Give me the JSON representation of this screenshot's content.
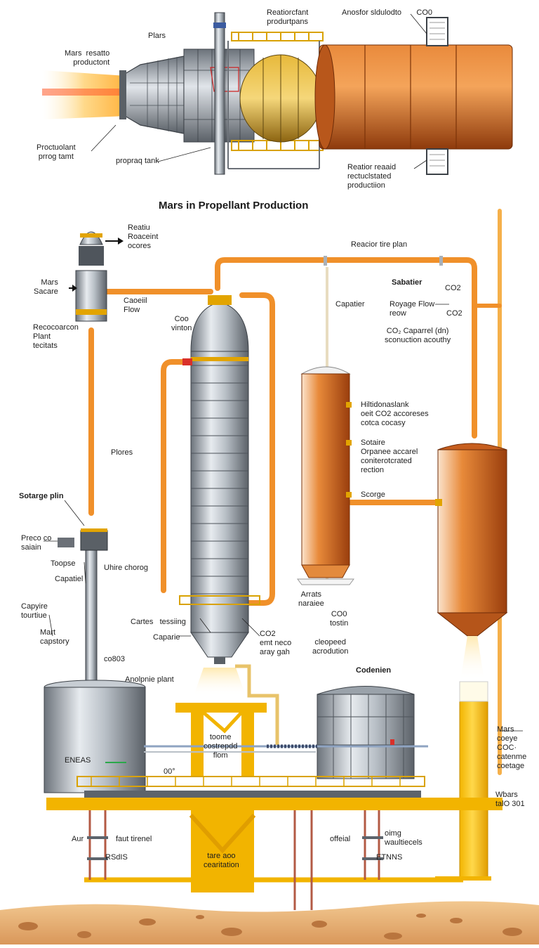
{
  "diagram": {
    "title": "Mars in Propellant Production",
    "colors": {
      "orange_pipe": "#f0902a",
      "rust_tank": "#c45a1a",
      "steel": "#a9b0b8",
      "steel_dark": "#5d646c",
      "yellow_frame": "#f2b400",
      "ground": "#e8b47a"
    },
    "top_section": {
      "labels": {
        "plans": "Plars",
        "reactor_top": "Reatiorcfant\nprodurtpans",
        "co2_top": "Anosfor sldulodto       CO0",
        "mars_resatto": "Mars  resatto\nproductont",
        "production_plant": "Proctuolant\nprrog tamt",
        "propag_tank": "propraq tank",
        "reactor_reald": "Reatior reaaid\nrectuclstated\nproductiion"
      }
    },
    "bottom_section": {
      "labels": {
        "reatiu": "Reatiu\nRoaceint\nocores",
        "mars_sabare": "Mars\nSacare",
        "reactor_line": "Reacior tire plan",
        "recocoarcon": "Recocoarcon\nPlant\ntecitats",
        "caoelil_flow": "Caoeiil\nFlow",
        "coo_vinton": "Coo\nvinton",
        "sabatier": "Sabatier",
        "co2_a": "CO2",
        "capatier": "Capatier",
        "royage_flow": "Royage Flow\nreow",
        "co2_b": "CO2",
        "co2_capariel": "CO₂ Caparrel (dn)\nsconuction acouthy",
        "hiliti": "Hiltidonaslank\noeit CO2 accoreses\ncotca cocasy",
        "plores": "Plores",
        "sotaire": "Sotaire\nOrpanee accarel\nconiterotcrated\nrection",
        "scorge": "Scorge",
        "sotarge_plin": "Sotarge plin",
        "preco": "Preco co\nsaiain",
        "toopse": "Toopse",
        "uhire_chorog": "Uhire chorog",
        "capatiel": "Capatiel",
        "arrats": "Arrats\nnaraiee",
        "capyire": "Capyire\ntourtiue",
        "cartes": "Cartes   tessiing",
        "co2_c": "CO2\nemt neco\naray gah",
        "coo_tostin": "CO0\ntostin",
        "mart": "Mart\ncapstory",
        "caparie": "Caparie",
        "cleopecl": "cleopeed\nacrodution",
        "co803": "co803",
        "anolpnie": "Anolpnie plant",
        "codenien": "Codenien",
        "eneas": "ENEAS",
        "toorne": "toome\ncostrepdd\nflom",
        "mars_right": "Mars\ncoeye\nCOC·\ncatenme\ncoetage",
        "wbars": "Wbars\ntalO 301",
        "o0": "00°",
        "aur": "Aur",
        "faut_tirenel": "faut tirenel",
        "rsdis": "RSdIS",
        "tas_aco": "tare aoo\ncearitation",
        "offeial": "offeial",
        "oimg": "oimg\nwaultiecels",
        "etnns": "ETNNS"
      }
    }
  }
}
